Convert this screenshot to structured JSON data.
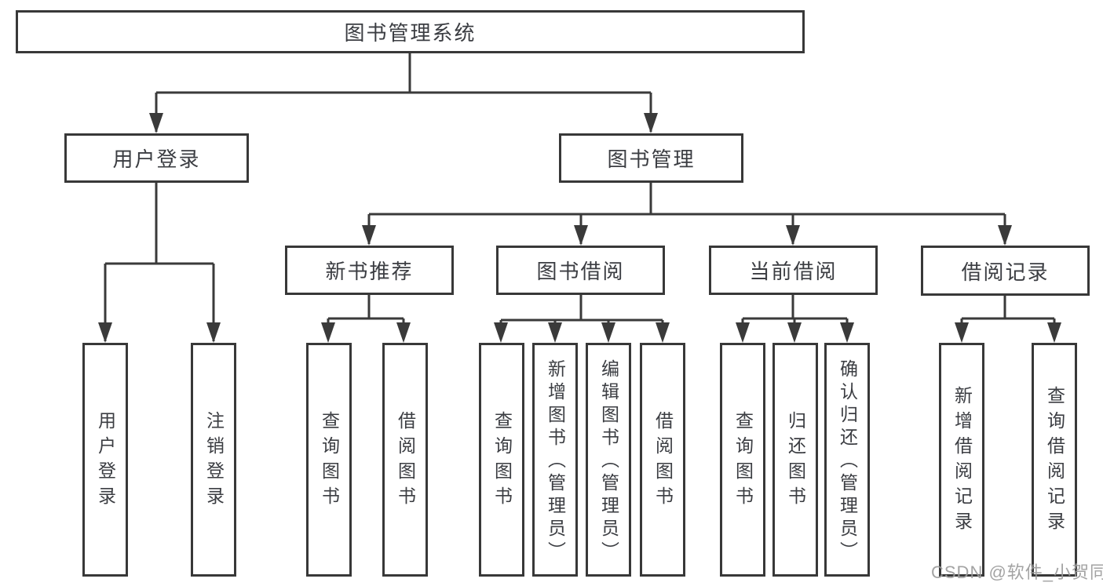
{
  "tree": {
    "root": {
      "label": "图书管理系统"
    },
    "login_branch": {
      "label": "用户登录",
      "children": [
        {
          "label": "用户登录"
        },
        {
          "label": "注销登录"
        }
      ]
    },
    "mgmt_branch": {
      "label": "图书管理",
      "sections": [
        {
          "label": "新书推荐",
          "children": [
            {
              "label": "查询图书"
            },
            {
              "label": "借阅图书"
            }
          ]
        },
        {
          "label": "图书借阅",
          "children": [
            {
              "label": "查询图书"
            },
            {
              "label": "新增图书（管理员）"
            },
            {
              "label": "编辑图书（管理员）"
            },
            {
              "label": "借阅图书"
            }
          ]
        },
        {
          "label": "当前借阅",
          "children": [
            {
              "label": "查询图书"
            },
            {
              "label": "归还图书"
            },
            {
              "label": "确认归还（管理员）"
            }
          ]
        },
        {
          "label": "借阅记录",
          "children": [
            {
              "label": "新增借阅记录"
            },
            {
              "label": "查询借阅记录"
            }
          ]
        }
      ]
    }
  },
  "watermark": {
    "text": "CSDN @软件_小贺同学"
  },
  "colors": {
    "line": "#3a3a3a",
    "box_border": "#383838",
    "text": "#3b3d42",
    "watermark": "#9c9c9c",
    "background": "#ffffff"
  }
}
